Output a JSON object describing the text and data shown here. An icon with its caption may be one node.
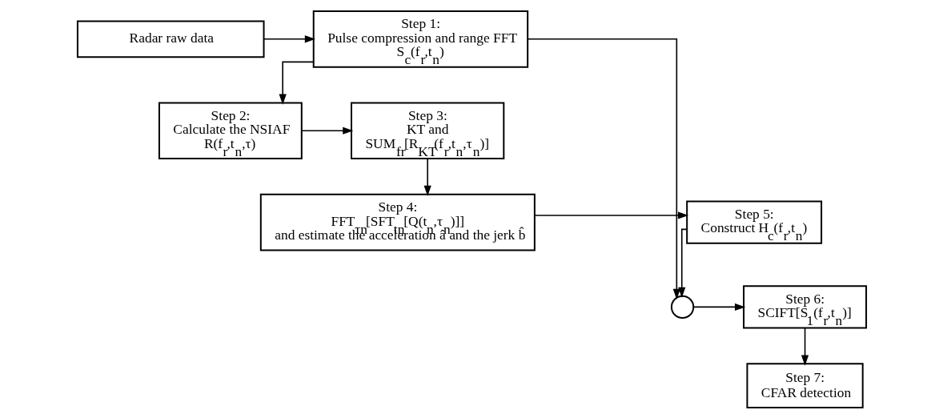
{
  "diagram": {
    "nodes": [
      {
        "text": [
          "Radar raw data"
        ]
      },
      {
        "text": [
          "Step 1:",
          "Pulse compression and range FFT",
          "S$_{c}$(f$_{r}$,t$_{n}$)"
        ]
      },
      {
        "text": [
          "Step 2:",
          "Calculate the NSIAF",
          "R(f$_{r}$,t$_{n}$,τ)"
        ]
      },
      {
        "text": [
          "Step 3:",
          "KT and",
          "SUM$_{fr}$[R$_{KT}$(f$_{r}$,t$_{n}$,τ$_{n}$)]"
        ]
      },
      {
        "text": [
          "Step 4:",
          "FFT$_{τn}$[SFT$_{tn}$[Q(t$_{n}$,τ$_{n}$)]]",
          "and estimate the acceleration â and the jerk b̂"
        ]
      },
      {
        "text": [
          "Step 5:",
          "Construct H$_{c}$(f$_{r}$,t$_{n}$)"
        ]
      },
      {
        "text": [],
        "shape": "circle"
      },
      {
        "text": [
          "Step 6:",
          "SCIFT[S$_{1}$(f$_{r}$,t$_{n}$)]"
        ]
      },
      {
        "text": [
          "Step 7:",
          "CFAR detection"
        ]
      }
    ],
    "edges": [
      {
        "from": 0,
        "to": 1,
        "arrow": "to"
      },
      {
        "from": 1,
        "to": 2,
        "arrow": "to"
      },
      {
        "from": 2,
        "to": 3,
        "arrow": "to"
      },
      {
        "from": 3,
        "to": 4,
        "arrow": "to"
      },
      {
        "from": 4,
        "to": 5,
        "arrow": "to"
      },
      {
        "from": 1,
        "to": 6,
        "arrow": "to"
      },
      {
        "from": 5,
        "to": 6,
        "arrow": "to"
      },
      {
        "from": 6,
        "to": 7,
        "arrow": "to"
      },
      {
        "from": 7,
        "to": 8,
        "arrow": "to"
      }
    ]
  }
}
